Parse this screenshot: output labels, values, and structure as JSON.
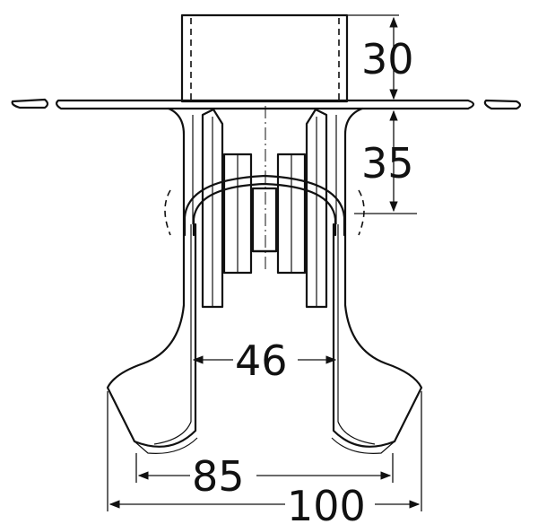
{
  "dimensions": {
    "shaft_height": "30",
    "upper_depth": "35",
    "inner_width": "46",
    "tip_width": "85",
    "overall_width": "100"
  }
}
